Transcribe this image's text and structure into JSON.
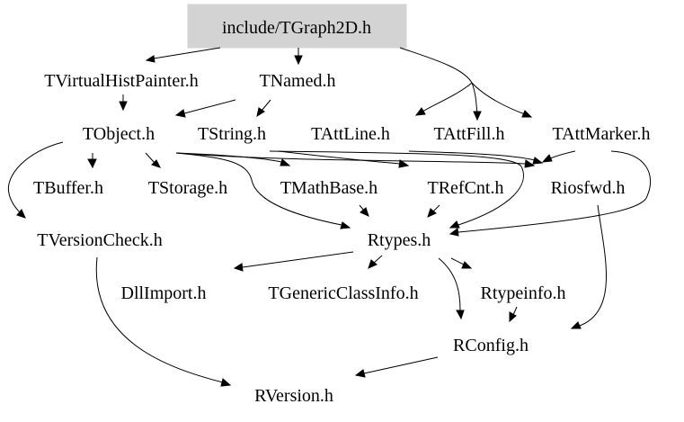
{
  "nodes": {
    "root": "include/TGraph2D.h",
    "tvirtualhistpainter": "TVirtualHistPainter.h",
    "tnamed": "TNamed.h",
    "tobject": "TObject.h",
    "tstring": "TString.h",
    "tattline": "TAttLine.h",
    "tattfill": "TAttFill.h",
    "tattmarker": "TAttMarker.h",
    "tbuffer": "TBuffer.h",
    "tstorage": "TStorage.h",
    "tmathbase": "TMathBase.h",
    "trefcnt": "TRefCnt.h",
    "riosfwd": "Riosfwd.h",
    "tversioncheck": "TVersionCheck.h",
    "rtypes": "Rtypes.h",
    "dllimport": "DllImport.h",
    "tgenericclassinfo": "TGenericClassInfo.h",
    "rtypeinfo": "Rtypeinfo.h",
    "rconfig": "RConfig.h",
    "rversion": "RVersion.h"
  }
}
